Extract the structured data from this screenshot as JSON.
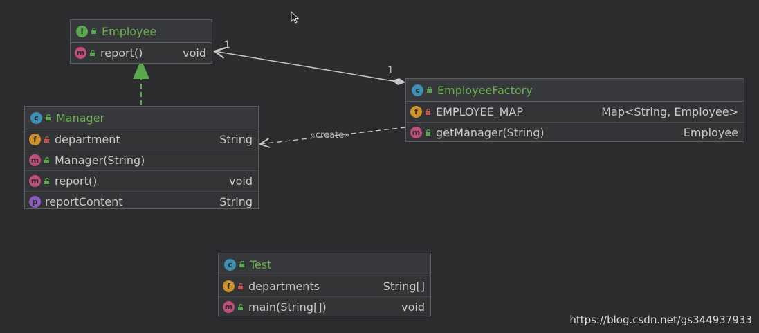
{
  "diagram": {
    "classes": {
      "employee": {
        "name": "Employee",
        "kind_icon": "interface-icon",
        "rows": [
          {
            "label": "report()",
            "type": "void",
            "icon": "method-icon"
          }
        ]
      },
      "manager": {
        "name": "Manager",
        "kind_icon": "class-icon",
        "rows": [
          {
            "label": "department",
            "type": "String",
            "icon": "field-icon"
          },
          {
            "label": "Manager(String)",
            "type": "",
            "icon": "method-icon"
          },
          {
            "label": "report()",
            "type": "void",
            "icon": "method-icon"
          },
          {
            "label": "reportContent",
            "type": "String",
            "icon": "property-icon"
          }
        ]
      },
      "factory": {
        "name": "EmployeeFactory",
        "kind_icon": "class-icon",
        "rows": [
          {
            "label": "EMPLOYEE_MAP",
            "type": "Map<String, Employee>",
            "icon": "static-field-icon"
          },
          {
            "label": "getManager(String)",
            "type": "Employee",
            "icon": "static-method-icon"
          }
        ]
      },
      "test": {
        "name": "Test",
        "kind_icon": "runnable-class-icon",
        "rows": [
          {
            "label": "departments",
            "type": "String[]",
            "icon": "static-field-icon"
          },
          {
            "label": "main(String[])",
            "type": "void",
            "icon": "static-method-icon"
          }
        ]
      }
    },
    "edges": {
      "association": {
        "source_multiplicity": "1",
        "target_multiplicity": "1"
      },
      "dependency": {
        "label": "«create»"
      }
    }
  },
  "watermark": "https://blog.csdn.net/gs344937933",
  "colors": {
    "background": "#2b2c2e",
    "class_name": "#6ab04c",
    "edge": "#c8c8c8",
    "realization": "#5aa84e"
  }
}
